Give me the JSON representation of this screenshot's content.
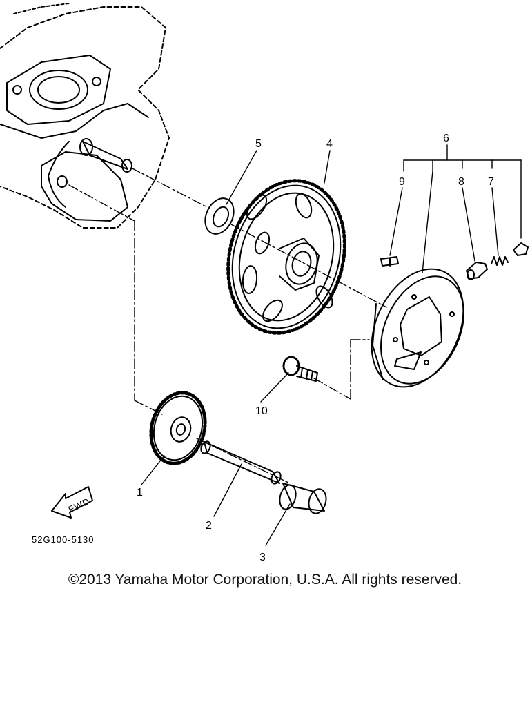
{
  "callouts": {
    "c1": "1",
    "c2": "2",
    "c3": "3",
    "c4": "4",
    "c5": "5",
    "c6": "6",
    "c7": "7",
    "c8": "8",
    "c9": "9",
    "c10": "10"
  },
  "fwd_label": "FWD",
  "part_number": "52G100-5130",
  "copyright": "©2013 Yamaha Motor Corporation, U.S.A. All rights reserved."
}
